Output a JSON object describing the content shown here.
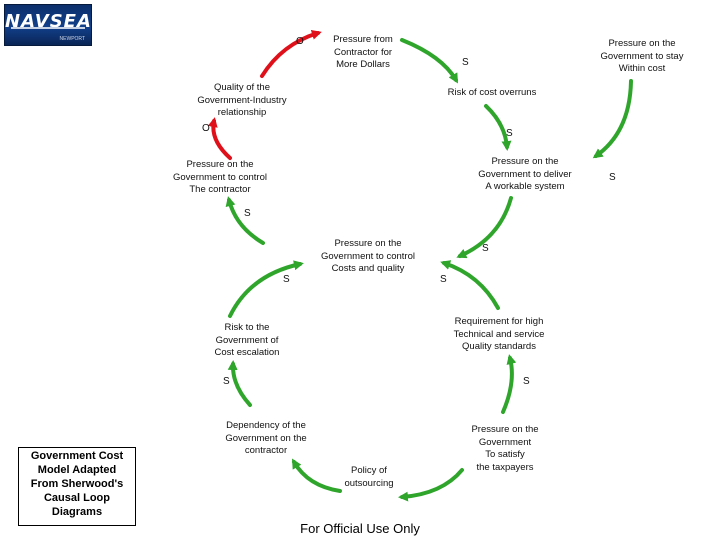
{
  "logo": {
    "text": "NAVSEA",
    "subtext": "NEWPORT"
  },
  "caption": "Government Cost\nModel Adapted\nFrom Sherwood's\nCausal Loop\nDiagrams",
  "footer": "For Official Use Only",
  "colors": {
    "red_arrow": "#e0101a",
    "green_arrow": "#2fa52c",
    "text": "#111111"
  },
  "nodes": {
    "pressure_from_contractor": "Pressure from\nContractor for\nMore Dollars",
    "pressure_stay_within_cost": "Pressure on the\nGovernment to stay\nWithin cost",
    "quality_relationship": "Quality of the\nGovernment-Industry\nrelationship",
    "risk_cost_overruns": "Risk of cost overruns",
    "pressure_control_contractor": "Pressure on the\nGovernment to control\nThe contractor",
    "pressure_deliver_system": "Pressure on the\nGovernment to deliver\nA workable system",
    "pressure_control_costs_quality": "Pressure on the\nGovernment to control\nCosts and quality",
    "risk_cost_escalation": "Risk to the\nGovernment of\nCost escalation",
    "requirement_high_standards": "Requirement for high\nTechnical and service\nQuality standards",
    "dependency_on_contractor": "Dependency of the\nGovernment on the\ncontractor",
    "policy_outsourcing": "Policy of\noutsourcing",
    "pressure_satisfy_taxpayers": "Pressure on the\nGovernment\nTo satisfy\nthe taxpayers"
  },
  "links": {
    "quality_to_contractor_pressure": "O",
    "contractor_to_overruns": "S",
    "overruns_to_deliver": "S",
    "stay_within_cost_to_deliver": "S",
    "control_contractor_to_quality": "O",
    "control_costs_to_control_contractor": "S",
    "deliver_to_control_costs": "S",
    "requirement_to_control_costs": "S",
    "escalation_to_control_costs": "S",
    "dependency_to_escalation": "S",
    "taxpayers_to_requirement": "S"
  }
}
